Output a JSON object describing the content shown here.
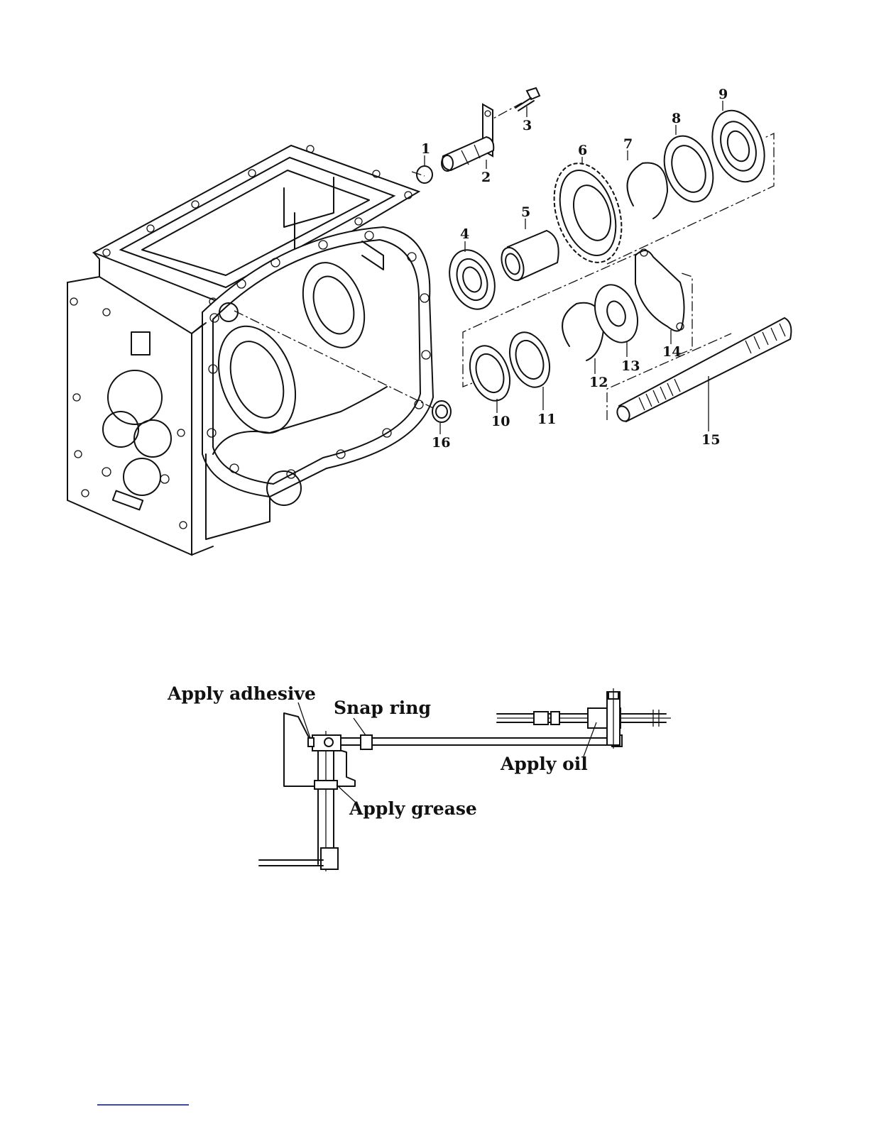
{
  "exploded_view": {
    "part_numbers": [
      "1",
      "2",
      "3",
      "4",
      "5",
      "6",
      "7",
      "8",
      "9",
      "10",
      "11",
      "12",
      "13",
      "14",
      "15",
      "16"
    ]
  },
  "assembly_view": {
    "notes": {
      "adhesive": "Apply adhesive",
      "snap_ring": "Snap ring",
      "oil": "Apply oil",
      "grease": "Apply grease"
    }
  }
}
